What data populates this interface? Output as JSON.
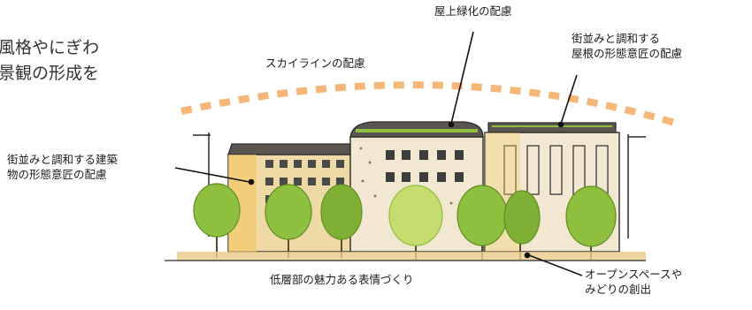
{
  "intro_text": "風格やにぎわ\n景観の形成を",
  "labels": {
    "rooftop_greening": "屋上緑化の配慮",
    "skyline": "スカイラインの配慮",
    "roof_form": "街並みと調和する\n屋根の形態意匠の配慮",
    "building_form": "街並みと調和する建築\n物の形態意匠の配慮",
    "lower_floors": "低層部の魅力ある表情づくり",
    "open_space": "オープンスペースや\nみどりの創出"
  },
  "illustration": {
    "subject": "streetscape-sketch",
    "elements": [
      "skyline-dashed-arc",
      "building-left",
      "building-center-rooftop-garden",
      "building-right-roof",
      "street-trees",
      "street-lamp"
    ]
  },
  "colors": {
    "skyline_dash": "#f5b678",
    "tree_green": "#8fbf3f",
    "tree_dark": "#5f8f22",
    "tree_light": "#c7dc6e",
    "wall_cream": "#f2e8d2",
    "wall_warm": "#efd9a6",
    "roof_dark": "#5a5550",
    "ink": "#2a2a2a"
  }
}
